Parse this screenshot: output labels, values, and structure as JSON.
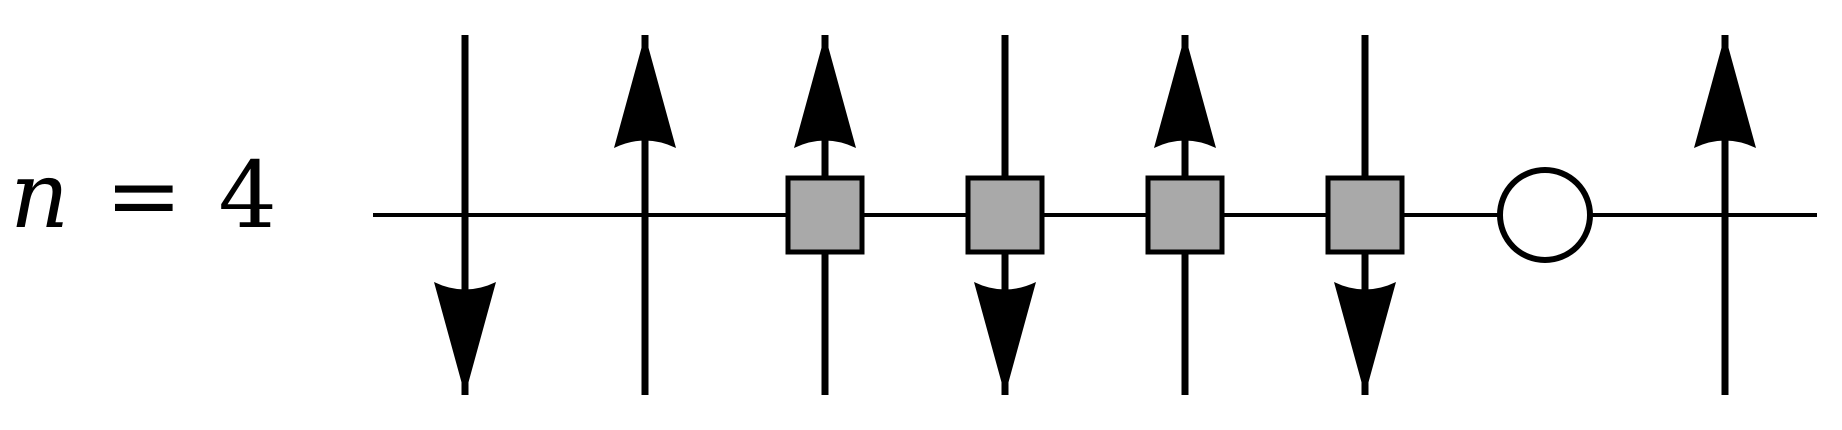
{
  "equation": {
    "variable": "n",
    "equals": "=",
    "value": "4"
  },
  "columns": [
    {
      "arrow": "down",
      "node": "none"
    },
    {
      "arrow": "up",
      "node": "none"
    },
    {
      "arrow": "up",
      "node": "square"
    },
    {
      "arrow": "down",
      "node": "square"
    },
    {
      "arrow": "up",
      "node": "square"
    },
    {
      "arrow": "down",
      "node": "square"
    },
    {
      "arrow": "none",
      "node": "circle"
    },
    {
      "arrow": "up",
      "node": "none"
    }
  ],
  "colors": {
    "line": "#000000",
    "square_fill": "#a9a9a9",
    "circle_fill": "#ffffff"
  }
}
